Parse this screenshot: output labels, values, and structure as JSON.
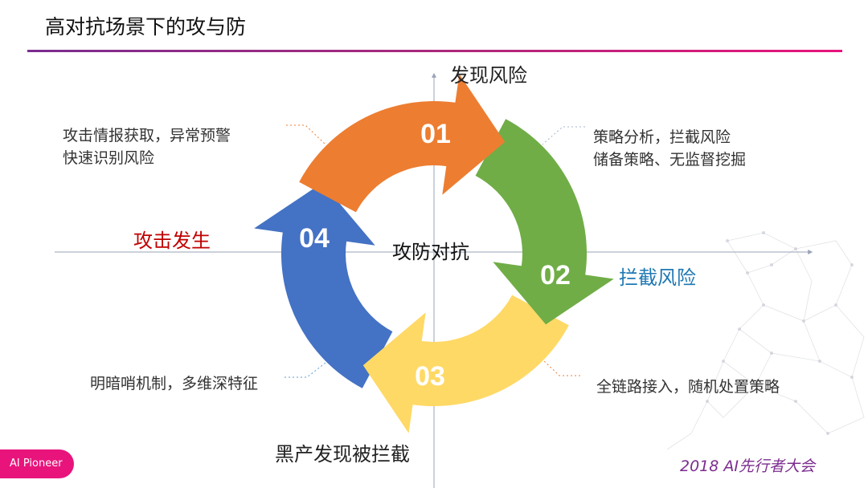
{
  "title": "高对抗场景下的攻与防",
  "center_label": "攻防对抗",
  "stages": [
    {
      "number": "01",
      "color": "#ed7d31",
      "label": "发现风险",
      "label_color": "#111111",
      "note": [
        "攻击情报获取，异常预警",
        "快速识别风险"
      ]
    },
    {
      "number": "02",
      "color": "#70ad47",
      "label": "拦截风险",
      "label_color": "#1f78b4",
      "note": [
        "策略分析，拦截风险",
        "储备策略、无监督挖掘"
      ]
    },
    {
      "number": "03",
      "color": "#ffd966",
      "label": "黑产发现被拦截",
      "label_color": "#111111",
      "note": [
        "全链路接入，随机处置策略"
      ]
    },
    {
      "number": "04",
      "color": "#4472c4",
      "label": "攻击发生",
      "label_color": "#c00000",
      "note": [
        "明暗哨机制，多维深特征"
      ]
    }
  ],
  "footer": {
    "badge": "AI Pioneer",
    "event": "2018 AI先行者大会"
  }
}
